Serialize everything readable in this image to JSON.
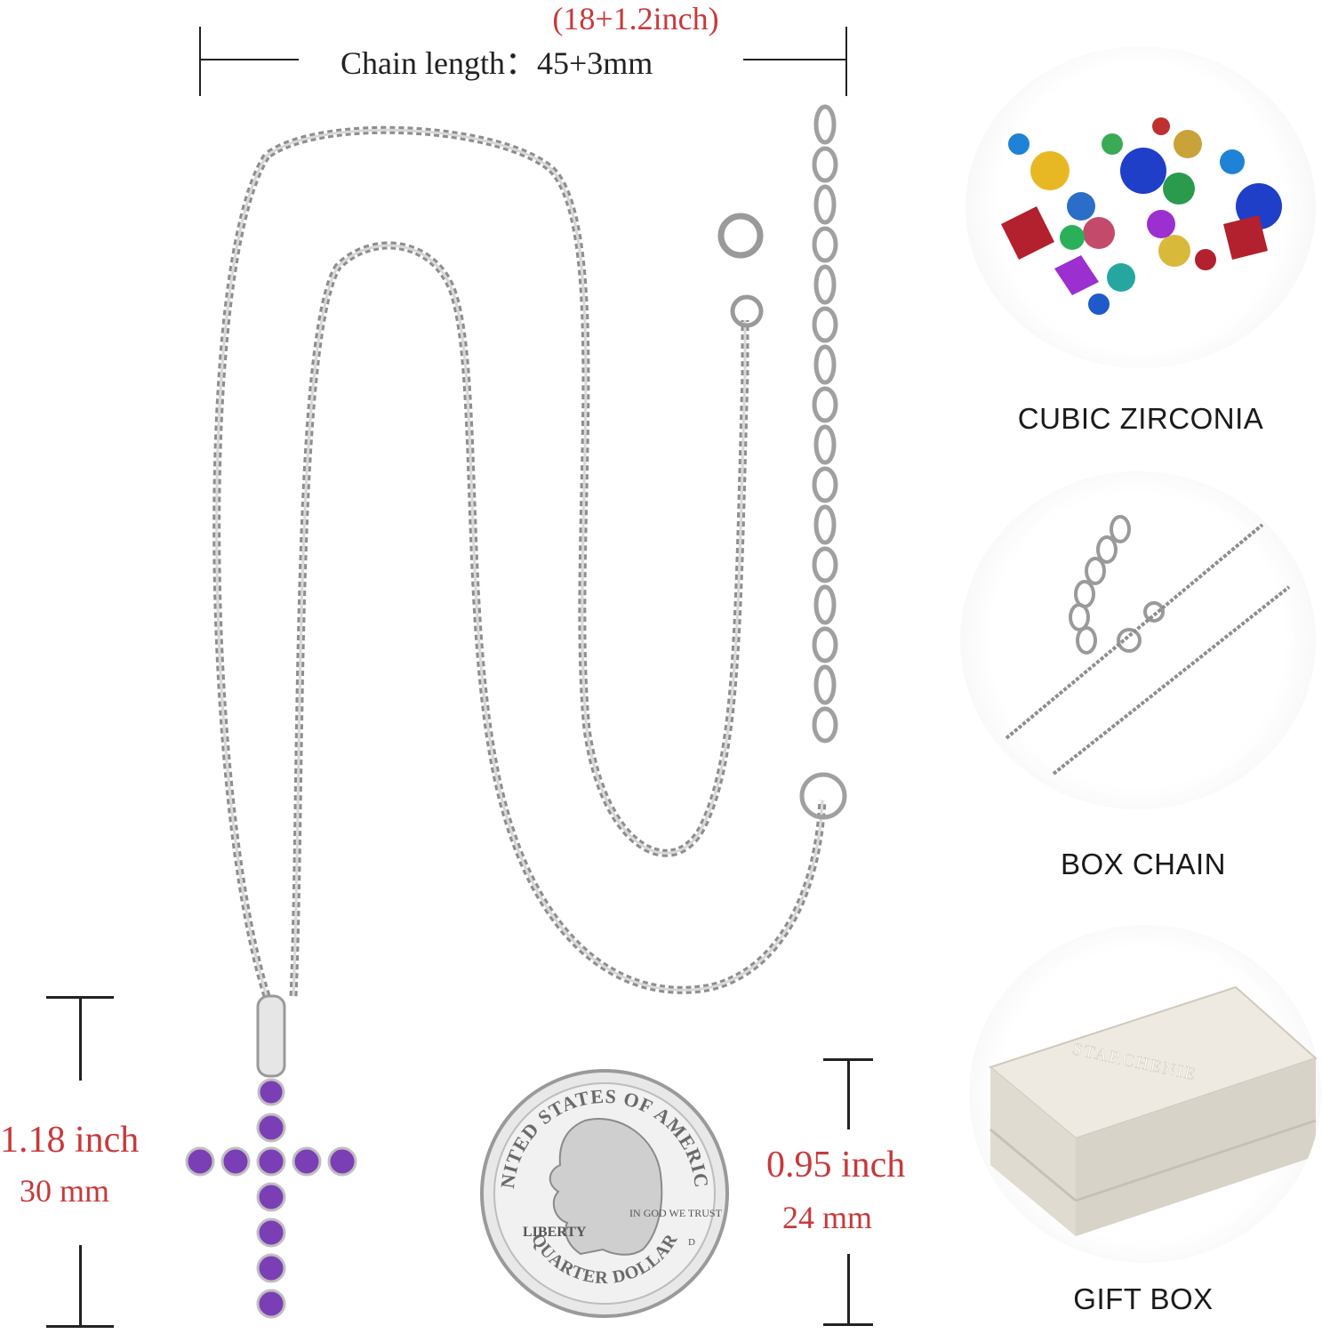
{
  "chain": {
    "inch_label": "(18+1.2inch)",
    "length_label": "Chain length：45+3mm"
  },
  "pendant_size": {
    "inch": "1.18 inch",
    "mm": "30 mm"
  },
  "coin_size": {
    "inch": "0.95 inch",
    "mm": "24 mm"
  },
  "coin_text": {
    "rim_top": "UNITED STATES OF AMERICA",
    "rim_bottom": "QUARTER DOLLAR",
    "liberty": "LIBERTY",
    "motto": "IN GOD WE TRUST",
    "mint": "D"
  },
  "features": [
    {
      "label": "CUBIC ZIRCONIA"
    },
    {
      "label": "BOX CHAIN"
    },
    {
      "label": "GIFT BOX"
    }
  ],
  "box_brand": "STARCHENIE",
  "colors": {
    "accent_red": "#c8393b",
    "amethyst": "#7b3fb5",
    "silver": "#9a9a9a"
  }
}
